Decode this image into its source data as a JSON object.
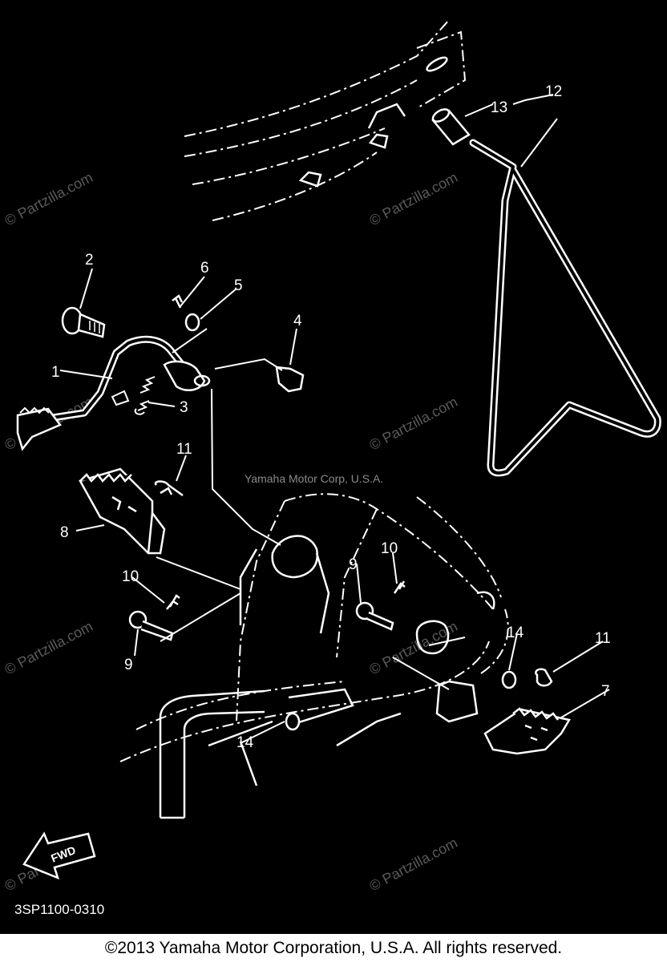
{
  "diagram": {
    "labels": [
      {
        "id": "part-1",
        "text": "1"
      },
      {
        "id": "part-2",
        "text": "2"
      },
      {
        "id": "part-3",
        "text": "3"
      },
      {
        "id": "part-4",
        "text": "4"
      },
      {
        "id": "part-5",
        "text": "5"
      },
      {
        "id": "part-6",
        "text": "6"
      },
      {
        "id": "part-7",
        "text": "7"
      },
      {
        "id": "part-8",
        "text": "8"
      },
      {
        "id": "part-9a",
        "text": "9"
      },
      {
        "id": "part-9b",
        "text": "9"
      },
      {
        "id": "part-10a",
        "text": "10"
      },
      {
        "id": "part-10b",
        "text": "10"
      },
      {
        "id": "part-11a",
        "text": "11"
      },
      {
        "id": "part-11b",
        "text": "11"
      },
      {
        "id": "part-12",
        "text": "12"
      },
      {
        "id": "part-13",
        "text": "13"
      },
      {
        "id": "part-14a",
        "text": "14"
      },
      {
        "id": "part-14b",
        "text": "14"
      }
    ],
    "fwd_label": "FWD",
    "diagram_code": "3SP1100-0310",
    "center_watermark": "Yamaha Motor Corp, U.S.A.",
    "watermark": "© Partzilla.com"
  },
  "footer": {
    "copyright": "©2013  Yamaha Motor Corporation, U.S.A. All rights reserved."
  },
  "colors": {
    "background": "#000000",
    "line": "#ffffff",
    "watermark": "#5a5a5a"
  }
}
